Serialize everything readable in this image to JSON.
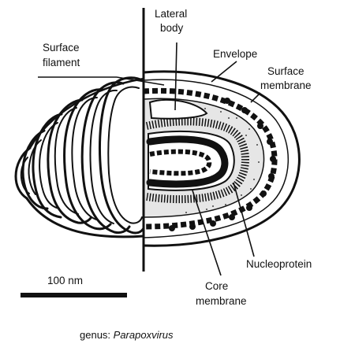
{
  "labels": {
    "lateral_body_line1": "Lateral",
    "lateral_body_line2": "body",
    "surface_filament_line1": "Surface",
    "surface_filament_line2": "filament",
    "envelope": "Envelope",
    "surface_membrane_line1": "Surface",
    "surface_membrane_line2": "membrane",
    "nucleoprotein": "Nucleoprotein",
    "core_membrane_line1": "Core",
    "core_membrane_line2": "membrane"
  },
  "scale_bar": {
    "label": "100 nm"
  },
  "caption": {
    "prefix": "genus: ",
    "genus": "Parapoxvirus"
  }
}
